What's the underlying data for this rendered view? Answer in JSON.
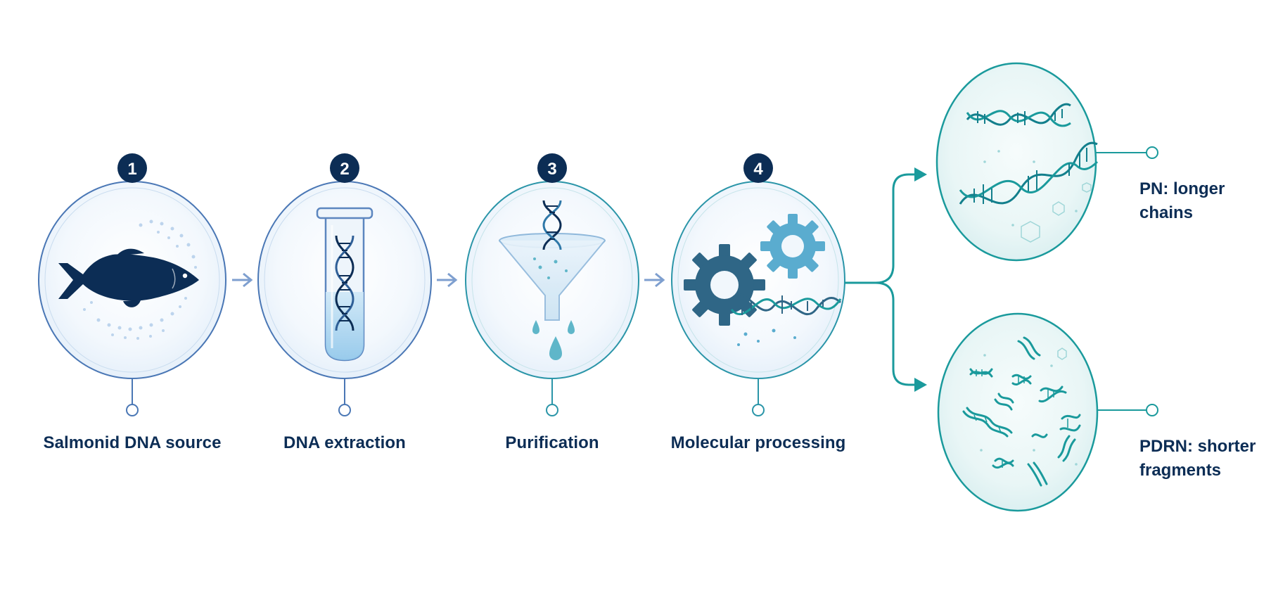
{
  "steps": [
    {
      "number": "1",
      "label": "Salmonid DNA source",
      "icon": "fish-icon"
    },
    {
      "number": "2",
      "label": "DNA extraction",
      "icon": "test-tube-icon"
    },
    {
      "number": "3",
      "label": "Purification",
      "icon": "funnel-icon"
    },
    {
      "number": "4",
      "label": "Molecular processing",
      "icon": "gears-icon"
    }
  ],
  "outputs": [
    {
      "line1": "PN: longer",
      "line2": "chains",
      "icon": "long-dna-chains-icon"
    },
    {
      "line1": "PDRN: shorter",
      "line2": "fragments",
      "icon": "dna-fragments-icon"
    }
  ],
  "colors": {
    "navy": "#0c2d55",
    "blue_ring": "#4a77b5",
    "teal": "#1a9a9c",
    "teal_dark": "#137f8c",
    "arrow_blue": "#7e9fcf",
    "gear_dark": "#2f6686",
    "gear_light": "#5aaccf",
    "liquid": "#b6dcf3"
  }
}
